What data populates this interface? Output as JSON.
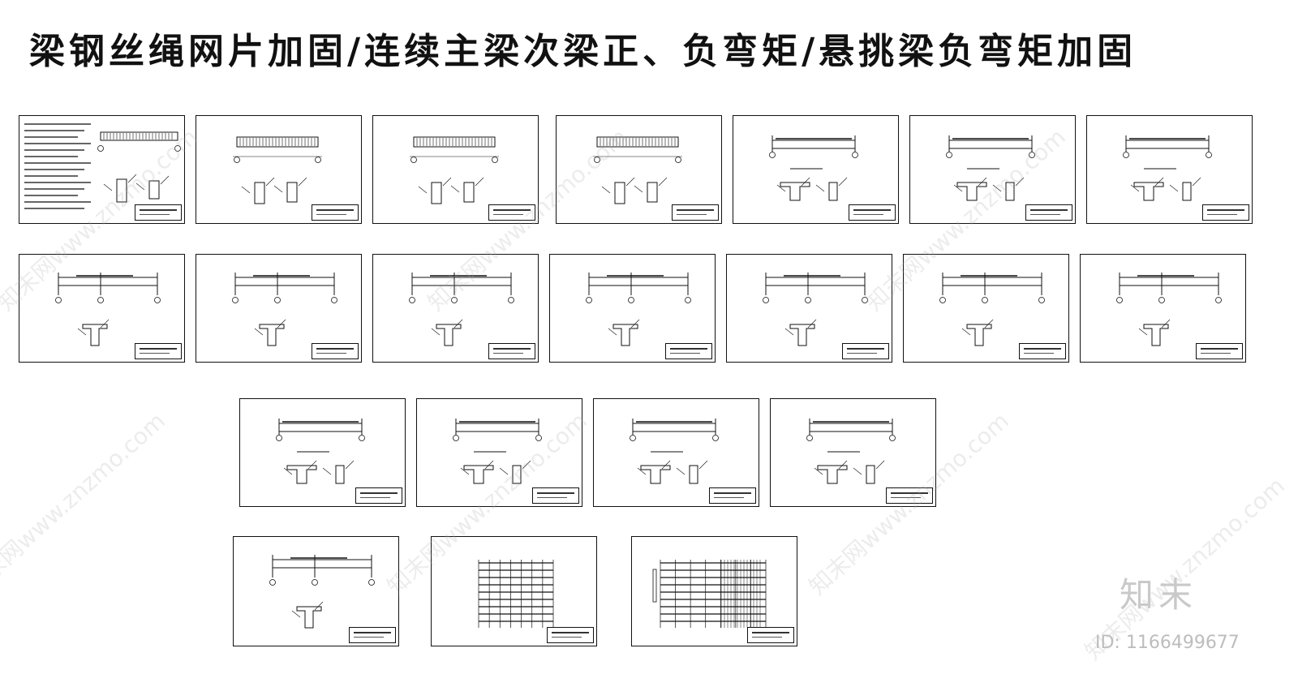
{
  "title": "梁钢丝绳网片加固/连续主梁次梁正、负弯矩/悬挑梁负弯矩加固",
  "brand": "知末",
  "id_text": "ID: 1166499677",
  "watermark_text": "知末网www.znzmo.com",
  "colors": {
    "line": "#111111",
    "watermark": "#c9c9c9"
  },
  "sheets": [
    {
      "type": "notes"
    },
    {
      "type": "mesh"
    },
    {
      "type": "mesh"
    },
    {
      "type": "mesh"
    },
    {
      "type": "topbar"
    },
    {
      "type": "topbar"
    },
    {
      "type": "topbar"
    },
    {
      "type": "cont"
    },
    {
      "type": "cont"
    },
    {
      "type": "cont"
    },
    {
      "type": "cont"
    },
    {
      "type": "cont"
    },
    {
      "type": "cont"
    },
    {
      "type": "cont"
    },
    {
      "type": "topbar"
    },
    {
      "type": "topbar"
    },
    {
      "type": "topbar"
    },
    {
      "type": "topbar"
    },
    {
      "type": "cont"
    },
    {
      "type": "grid"
    },
    {
      "type": "grid2"
    }
  ]
}
